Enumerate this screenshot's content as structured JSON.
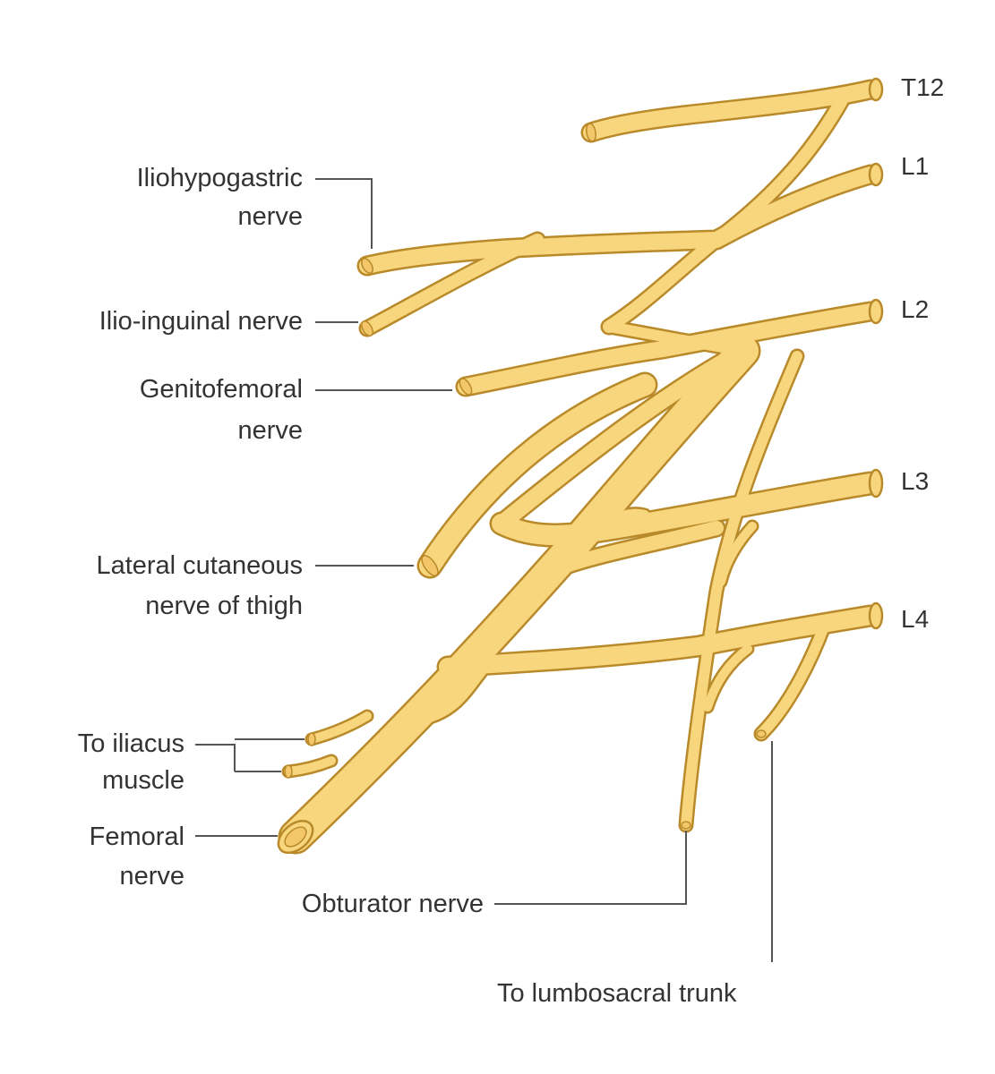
{
  "roots": {
    "t12": "T12",
    "l1": "L1",
    "l2": "L2",
    "l3": "L3",
    "l4": "L4"
  },
  "labels": {
    "iliohypogastric_1": "Iliohypogastric",
    "iliohypogastric_2": "nerve",
    "ilioinguinal": "Ilio-inguinal nerve",
    "genitofemoral_1": "Genitofemoral",
    "genitofemoral_2": "nerve",
    "lateral_cutaneous_1": "Lateral cutaneous",
    "lateral_cutaneous_2": "nerve of thigh",
    "iliacus_1": "To iliacus",
    "iliacus_2": "muscle",
    "femoral_1": "Femoral",
    "femoral_2": "nerve",
    "obturator": "Obturator nerve",
    "lumbosacral": "To lumbosacral trunk"
  },
  "colors": {
    "nerve_fill": "#f8d67e",
    "nerve_outline": "#b98a2a",
    "text": "#333333"
  }
}
